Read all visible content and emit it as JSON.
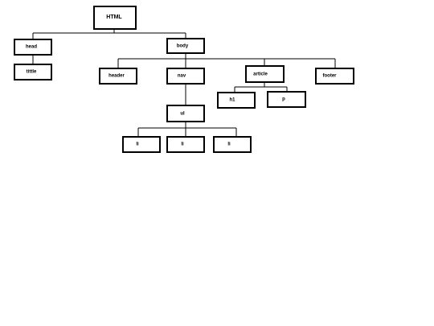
{
  "diagram": {
    "type": "tree",
    "nodes": {
      "html": "HTML",
      "head": "head",
      "tittle": "tittle",
      "body": "body",
      "header": "header",
      "nav": "nav",
      "ul": "ul",
      "li1": "li",
      "li2": "li",
      "li3": "li",
      "article": "article",
      "h1": "h1",
      "p": "p",
      "footer": "footer"
    },
    "edges": [
      [
        "html",
        "head"
      ],
      [
        "html",
        "body"
      ],
      [
        "head",
        "tittle"
      ],
      [
        "body",
        "header"
      ],
      [
        "body",
        "nav"
      ],
      [
        "body",
        "article"
      ],
      [
        "body",
        "footer"
      ],
      [
        "nav",
        "ul"
      ],
      [
        "ul",
        "li1"
      ],
      [
        "ul",
        "li2"
      ],
      [
        "ul",
        "li3"
      ],
      [
        "article",
        "h1"
      ],
      [
        "article",
        "p"
      ]
    ]
  }
}
